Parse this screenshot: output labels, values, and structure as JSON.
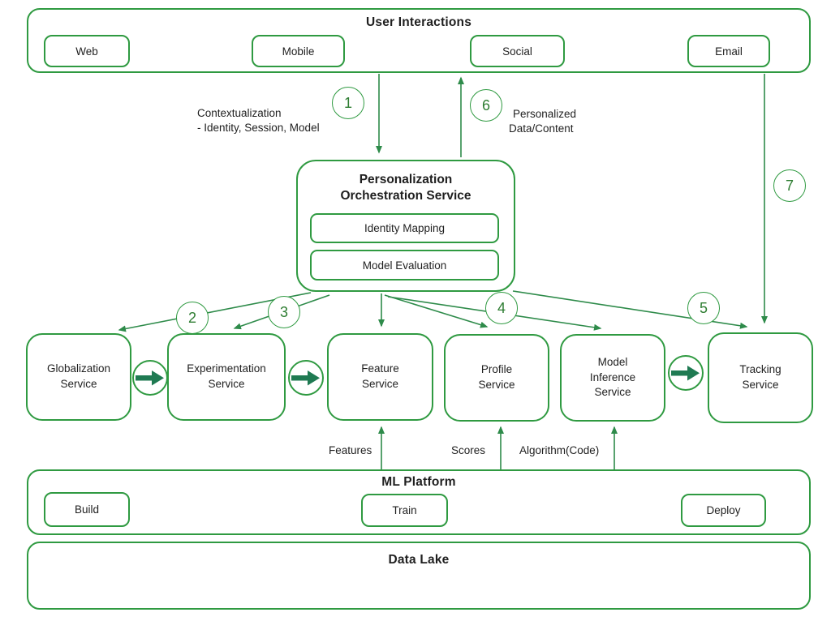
{
  "user_interactions": {
    "title": "User Interactions",
    "channels": [
      {
        "label": "Web"
      },
      {
        "label": "Mobile"
      },
      {
        "label": "Social"
      },
      {
        "label": "Email"
      }
    ]
  },
  "flow_labels": {
    "contextualization_line1": "Contextualization",
    "contextualization_line2": "- Identity, Session, Model",
    "personalized_line1": "Personalized",
    "personalized_line2": "Data/Content",
    "features": "Features",
    "scores": "Scores",
    "algorithm": "Algorithm(Code)"
  },
  "steps": [
    "1",
    "2",
    "3",
    "4",
    "5",
    "6",
    "7"
  ],
  "orchestration": {
    "title_line1": "Personalization",
    "title_line2": "Orchestration Service",
    "components": [
      {
        "label": "Identity Mapping"
      },
      {
        "label": "Model Evaluation"
      }
    ]
  },
  "services": [
    {
      "lines": [
        "Globalization",
        "Service"
      ]
    },
    {
      "lines": [
        "Experimentation",
        "Service"
      ]
    },
    {
      "lines": [
        "Feature",
        "Service"
      ]
    },
    {
      "lines": [
        "Profile",
        "Service"
      ]
    },
    {
      "lines": [
        "Model",
        "Inference",
        "Service"
      ]
    },
    {
      "lines": [
        "Tracking",
        "Service"
      ]
    }
  ],
  "ml_platform": {
    "title": "ML Platform",
    "stages": [
      {
        "label": "Build"
      },
      {
        "label": "Train"
      },
      {
        "label": "Deploy"
      }
    ]
  },
  "data_lake": {
    "title": "Data Lake"
  },
  "colors": {
    "border_green": "#2f9a41",
    "line_green": "#2e8b4a",
    "flow_arrow_fill": "#1f7a52",
    "number_green": "#2e7d32",
    "text": "#1f1f1f"
  }
}
